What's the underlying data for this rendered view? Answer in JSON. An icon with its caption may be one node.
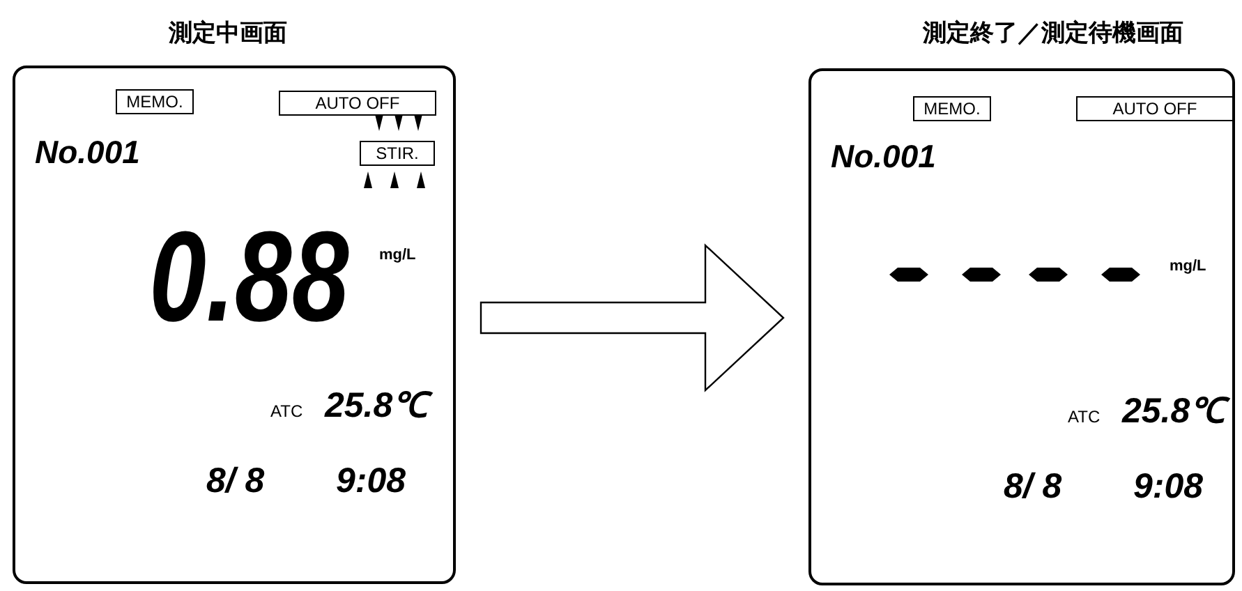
{
  "diagram": {
    "nodes": [
      {
        "text": [
          "測定中画面",
          "No.001",
          "0.88",
          "mg/L",
          "ATC",
          "25.8℃",
          "8/ 8",
          "9:08"
        ]
      },
      {
        "text": [
          "MEMO."
        ],
        "in": 0
      },
      {
        "text": [
          "AUTO OFF"
        ],
        "in": 0
      },
      {
        "text": [
          "STIR."
        ],
        "in": 0
      },
      {
        "text": [
          "測定終了／測定待機画面",
          "No.001",
          "mg/L",
          "ATC",
          "25.8℃",
          "8/ 8",
          "9:08"
        ]
      },
      {
        "text": [
          "MEMO."
        ],
        "in": 4
      },
      {
        "text": [
          "AUTO OFF"
        ],
        "in": 4
      }
    ],
    "edges": [
      {
        "from": 0,
        "to": 4,
        "arrow": "to"
      }
    ]
  }
}
